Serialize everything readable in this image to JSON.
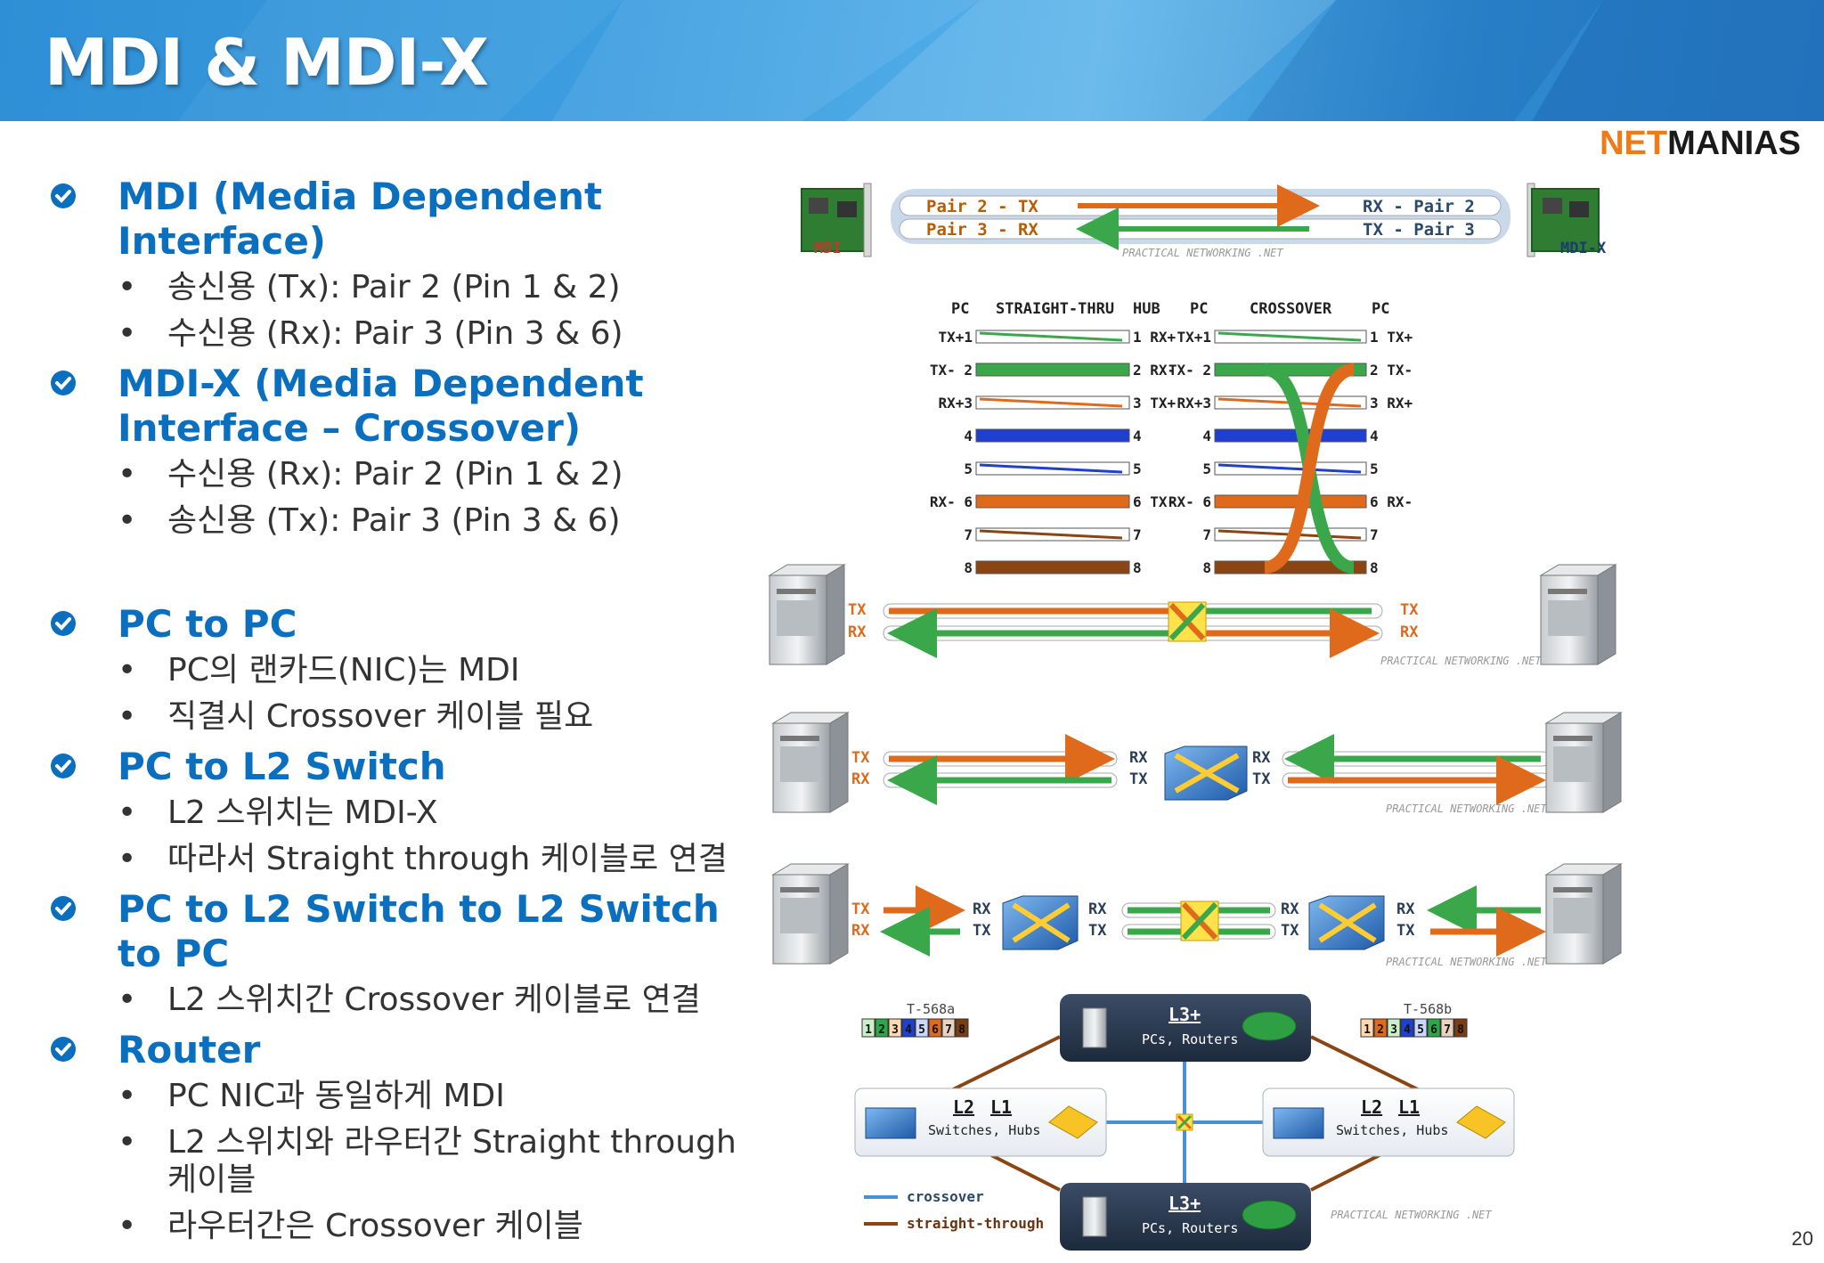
{
  "slide": {
    "title": "MDI & MDI-X",
    "page_number": "20",
    "logo": {
      "part1": "NET",
      "part2": "MANIAS"
    },
    "sections": [
      {
        "heading": "MDI (Media Dependent Interface)",
        "bullets": [
          "송신용 (Tx): Pair 2 (Pin 1 & 2)",
          "수신용 (Rx): Pair 3 (Pin 3 & 6)"
        ]
      },
      {
        "heading": "MDI-X (Media Dependent Interface – Crossover)",
        "bullets": [
          "수신용 (Rx): Pair 2 (Pin 1 & 2)",
          "송신용 (Tx): Pair 3 (Pin 3 & 6)"
        ]
      },
      {
        "heading": "PC to PC",
        "bullets": [
          "PC의 랜카드(NIC)는 MDI",
          "직결시 Crossover 케이블 필요"
        ]
      },
      {
        "heading": "PC to L2 Switch",
        "bullets": [
          "L2 스위치는 MDI-X",
          "따라서 Straight through 케이블로 연결"
        ]
      },
      {
        "heading": "PC to L2 Switch to L2 Switch to PC",
        "bullets": [
          "L2 스위치간 Crossover 케이블로 연결"
        ]
      },
      {
        "heading": "Router",
        "bullets": [
          "PC NIC과 동일하게 MDI",
          "L2 스위치와 라우터간 Straight through 케이블",
          "라우터간은 Crossover 케이블"
        ]
      }
    ]
  },
  "diagram": {
    "watermark": "PRACTICAL NETWORKING .NET",
    "nic": {
      "pair2_tx": "Pair 2 - TX",
      "pair3_rx": "Pair 3 - RX",
      "rx_pair2": "RX - Pair 2",
      "tx_pair3": "TX - Pair 3",
      "mdi": "MDI",
      "mdix": "MDI-X"
    },
    "pinout": {
      "headers": [
        "PC",
        "STRAIGHT-THRU",
        "HUB",
        "PC",
        "CROSSOVER",
        "PC"
      ],
      "straight_left": [
        "TX+1",
        "TX- 2",
        "RX+3",
        "4",
        "5",
        "RX- 6",
        "7",
        "8"
      ],
      "straight_right": [
        "1 RX+",
        "2 RX-",
        "3 TX+",
        "4",
        "5",
        "6 TX-",
        "7",
        "8"
      ],
      "cross_left": [
        "TX+1",
        "TX- 2",
        "RX+3",
        "4",
        "5",
        "RX- 6",
        "7",
        "8"
      ],
      "cross_right": [
        "1 TX+",
        "2 TX-",
        "3 RX+",
        "4",
        "5",
        "6 RX-",
        "7",
        "8"
      ]
    },
    "links": {
      "tx": "TX",
      "rx": "RX"
    },
    "network": {
      "t568a": "T-568a",
      "t568b": "T-568b",
      "l3": "L3+",
      "l3_sub": "PCs, Routers",
      "l2": "L2",
      "l1": "L1",
      "l2_sub": "Switches, Hubs",
      "legend_crossover": "crossover",
      "legend_straight": "straight-through",
      "pins": [
        "1",
        "2",
        "3",
        "4",
        "5",
        "6",
        "7",
        "8"
      ]
    }
  }
}
